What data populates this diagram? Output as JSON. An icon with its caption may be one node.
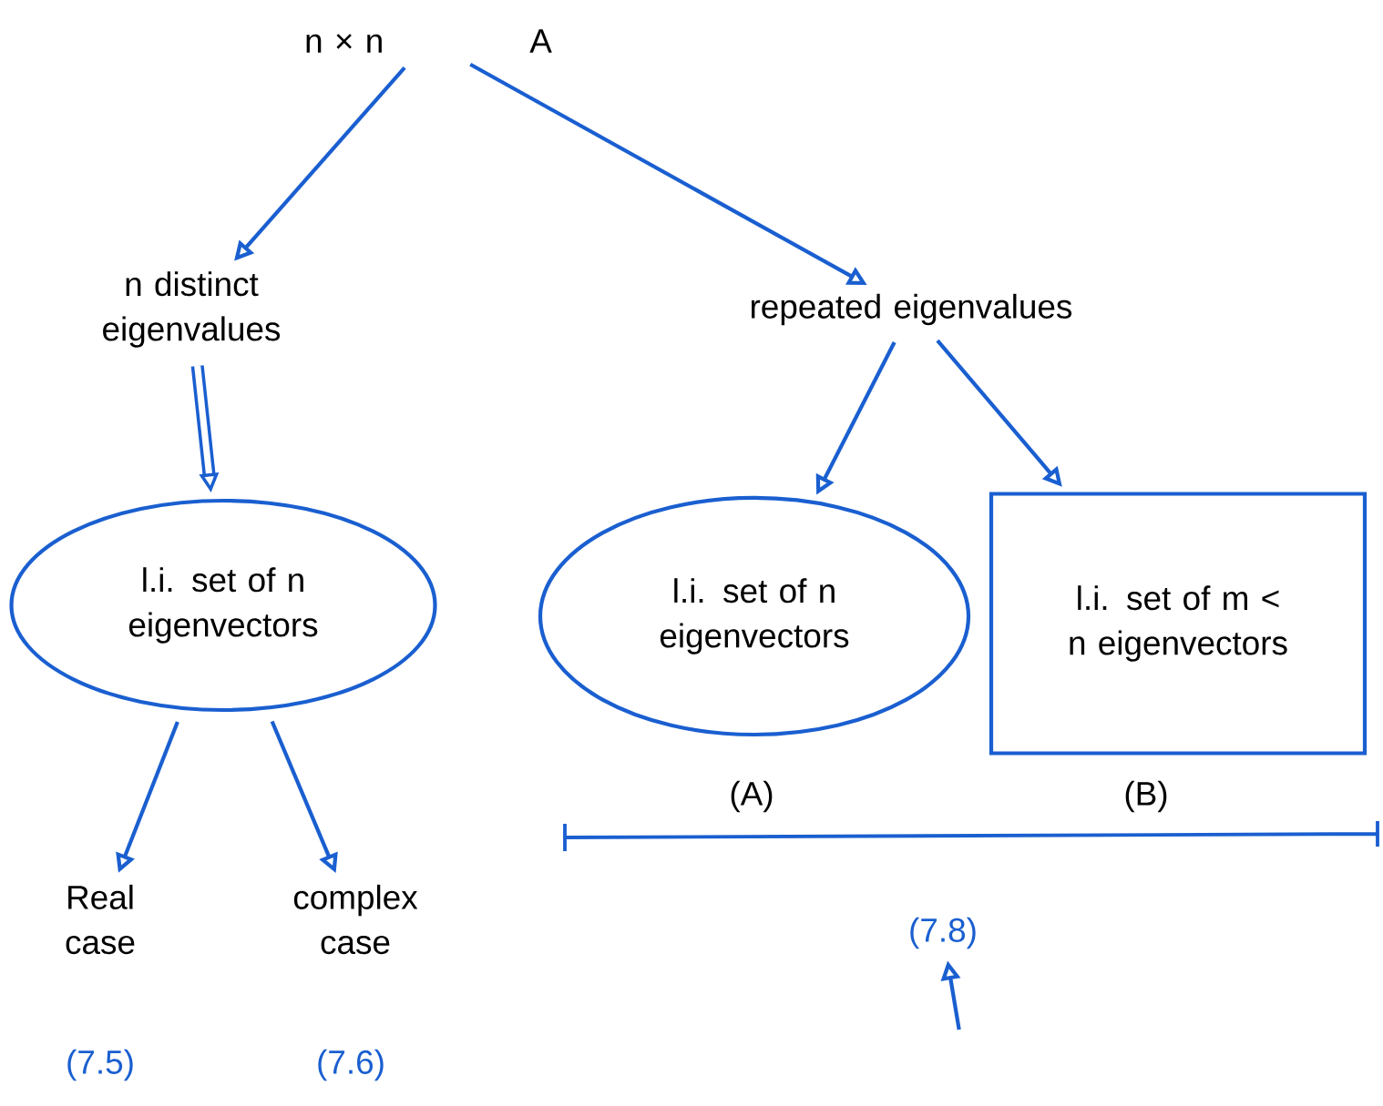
{
  "diagram": {
    "nodes": [
      {
        "text": [
          "n × n",
          "A"
        ]
      },
      {
        "text": [
          "n distinct eigenvalues"
        ]
      },
      {
        "text": [
          "repeated eigenvalues"
        ]
      },
      {
        "text": [
          "l.i. set of n eigenvectors"
        ]
      },
      {
        "text": [
          "l.i. set of n eigenvectors"
        ],
        "beside": [
          "(A)"
        ]
      },
      {
        "text": [
          "l.i. set of m < n eigenvectors"
        ],
        "beside": [
          "(B)"
        ]
      },
      {
        "text": [
          "Real case"
        ],
        "beside": [
          "(7.5)"
        ]
      },
      {
        "text": [
          "complex case"
        ],
        "beside": [
          "(7.6)"
        ]
      },
      {
        "text": [
          "(7.8)"
        ]
      }
    ],
    "edges": [
      {
        "from": 0,
        "to": 1,
        "arrow": "to"
      },
      {
        "from": 0,
        "to": 2,
        "arrow": "to"
      },
      {
        "from": 1,
        "to": 3,
        "arrow": "to",
        "style": "thick"
      },
      {
        "from": 3,
        "to": 6,
        "arrow": "to"
      },
      {
        "from": 3,
        "to": 7,
        "arrow": "to"
      },
      {
        "from": 2,
        "to": 4,
        "arrow": "to"
      },
      {
        "from": 2,
        "to": 5,
        "arrow": "to"
      },
      {
        "from": null,
        "to": 8,
        "arrow": "to"
      }
    ]
  }
}
